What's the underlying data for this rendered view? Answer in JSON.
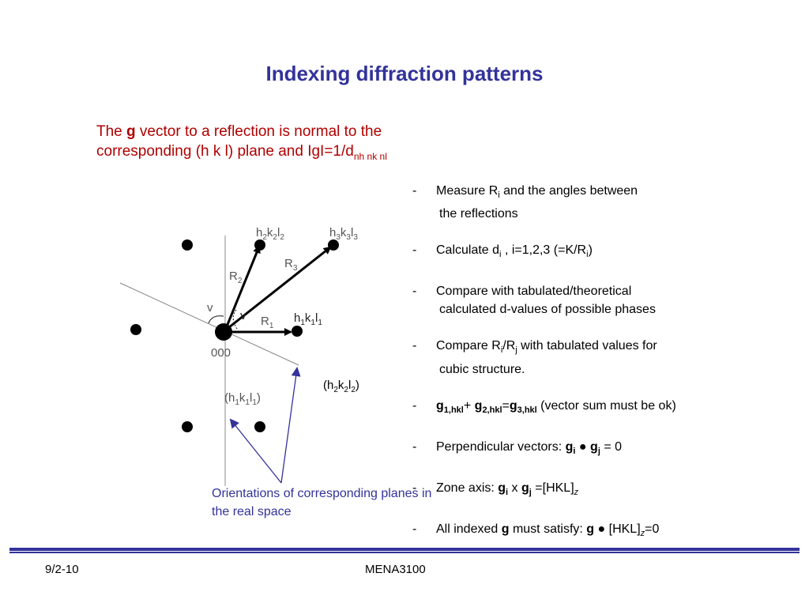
{
  "slide": {
    "title": "Indexing diffraction patterns",
    "intro": {
      "part1": "The ",
      "bold_g": "g",
      "part2": " vector to a reflection is normal to the corresponding (h k l) plane and IgI=1/d",
      "subscript": "nh nk nl"
    },
    "steps": {
      "dash": "-",
      "measure_a": "Measure R",
      "measure_sub": "i",
      "measure_b": "  and the angles between",
      "measure_c": "the reflections",
      "calc_a": "Calculate d",
      "calc_sub": "i",
      "calc_b": " , i=1,2,3    (=K/R",
      "calc_sub2": "i",
      "calc_c": ")",
      "compare_a": "Compare with tabulated/theoretical",
      "compare_b": "calculated d-values of possible phases",
      "ratio_a": "Compare R",
      "ratio_sub1": "i",
      "ratio_b": "/R",
      "ratio_sub2": "j",
      "ratio_c": " with tabulated values for",
      "ratio_d": "cubic structure.",
      "sum_g1": "g",
      "sum_g1_sub": "1,hkl",
      "sum_plus": "+ ",
      "sum_g2": "g",
      "sum_g2_sub": "2,hkl",
      "sum_eq": "=",
      "sum_g3": "g",
      "sum_g3_sub": "3,hkl",
      "sum_note": "  (vector sum must be ok)",
      "perp_a": "Perpendicular vectors: ",
      "perp_gi": "g",
      "perp_i": "i",
      "perp_dot": " ● ",
      "perp_gj": "g",
      "perp_j": "j",
      "perp_b": " = 0",
      "zone_a": "Zone axis: ",
      "zone_gi": "g",
      "zone_i": "i",
      "zone_x": " x ",
      "zone_gj": "g",
      "zone_j": "j",
      "zone_b": " =[HKL]",
      "zone_z": "z",
      "all_a": " All indexed ",
      "all_g": "g",
      "all_b": " must satisfy: ",
      "all_g2": "g",
      "all_c": " ● [HKL]",
      "all_z": "z",
      "all_d": "=0"
    },
    "diagram": {
      "label_h2k2l2": [
        "h",
        "2",
        "k",
        "2",
        "l",
        "2"
      ],
      "label_h3k3l3": [
        "h",
        "3",
        "k",
        "3",
        "l",
        "3"
      ],
      "label_h1k1l1": [
        "h",
        "1",
        "k",
        "1",
        "l",
        "1"
      ],
      "label_R2": [
        "R",
        "2"
      ],
      "label_R3": [
        "R",
        "3"
      ],
      "label_R1": [
        "R",
        "1"
      ],
      "label_v1": "v",
      "label_v2": "v",
      "label_origin": "000",
      "label_plane1": [
        "(h",
        "1",
        "k",
        "1",
        "l",
        "1",
        ")"
      ]
    },
    "plane2_label": {
      "a": "(h",
      "s1": "2",
      "b": "k",
      "s2": "2",
      "c": "l",
      "s3": "2",
      "d": ")"
    },
    "orientation_note": "Orientations of  corresponding planes in the real space",
    "footer": {
      "date": "9/2-10",
      "course": "MENA3100"
    },
    "colors": {
      "title": "#33339a",
      "intro": "#b00000",
      "note": "#33339a",
      "rule": "#33339a"
    }
  }
}
